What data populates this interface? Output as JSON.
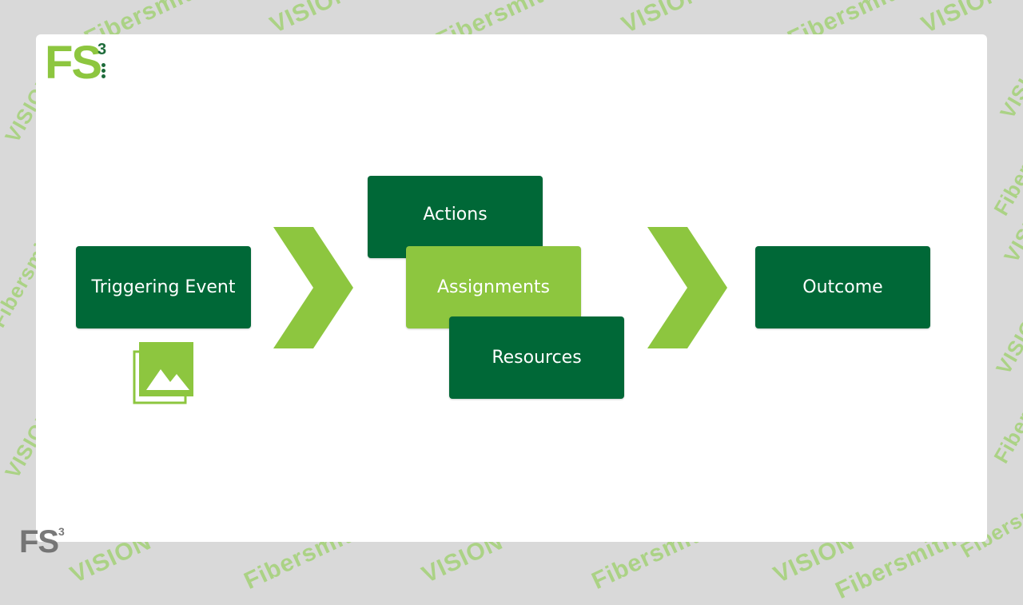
{
  "logo": {
    "main": "FS",
    "superscript": "3"
  },
  "watermark": {
    "brand1": "Fibersmith",
    "brand2": "VISION"
  },
  "diagram": {
    "triggering_event": "Triggering Event",
    "actions": "Actions",
    "assignments": "Assignments",
    "resources": "Resources",
    "outcome": "Outcome"
  },
  "icons": {
    "image_placeholder": "image-gallery-icon",
    "chevron": "chevron-right-icon"
  },
  "colors": {
    "dark_green": "#006837",
    "light_green": "#8dc63f",
    "background": "#d9d9d9"
  }
}
